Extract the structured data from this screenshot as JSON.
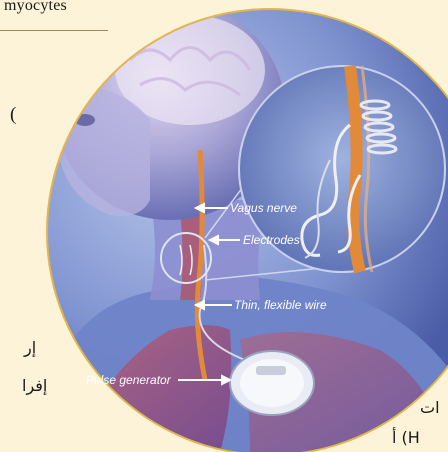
{
  "page": {
    "caption_top": "myocytes",
    "bracket": "(",
    "arabic_fragments": [
      "إر",
      "إفرا",
      "ات",
      "H) أ"
    ]
  },
  "illustration": {
    "labels": {
      "vagus_nerve": "Vagus nerve",
      "electrodes": "Electrodes",
      "wire": "Thin, flexible wire",
      "pulse_generator": "Pulse generator"
    },
    "colors": {
      "background": "#fcf3d8",
      "disc_border": "#e3b64a",
      "body_blue": "#5b78c4",
      "muscle_red": "#c0524e",
      "nerve_orange": "#e08a3a"
    }
  }
}
